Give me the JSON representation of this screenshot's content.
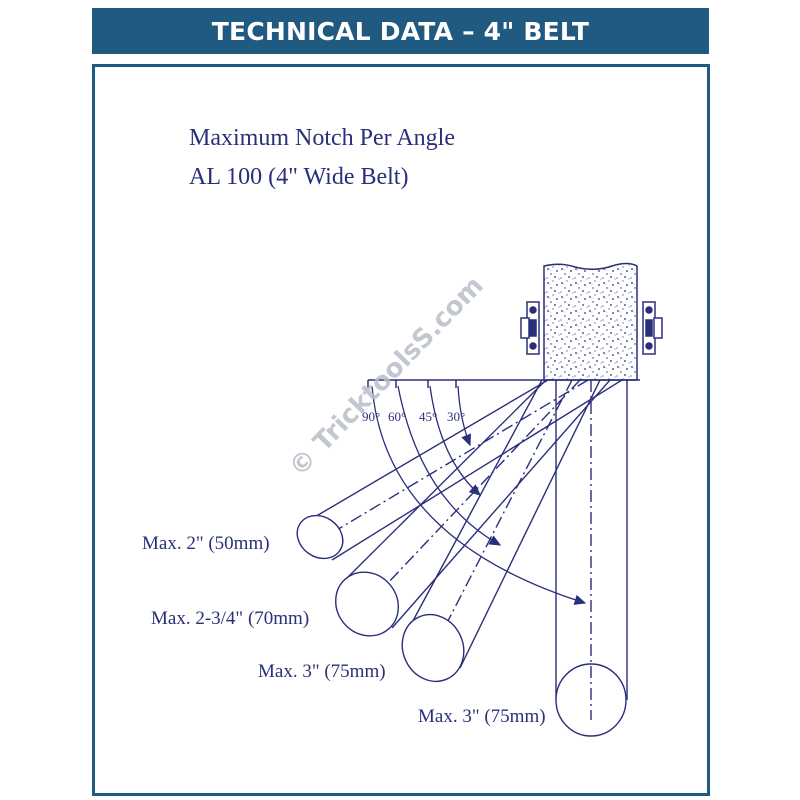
{
  "header": {
    "title": "TECHNICAL DATA – 4\" BELT"
  },
  "diagram": {
    "title_line1": "Maximum Notch Per Angle",
    "title_line2": "AL 100 (4\" Wide Belt)",
    "angles": [
      "90°",
      "60°",
      "45°",
      "30°"
    ],
    "capacities": [
      "Max. 2\" (50mm)",
      "Max. 2-3/4\" (70mm)",
      "Max. 3\" (75mm)",
      "Max. 3\" (75mm)"
    ],
    "watermark": "© TricktoolsS.com",
    "line_color": "#2a2f7a",
    "header_color": "#215a80"
  }
}
